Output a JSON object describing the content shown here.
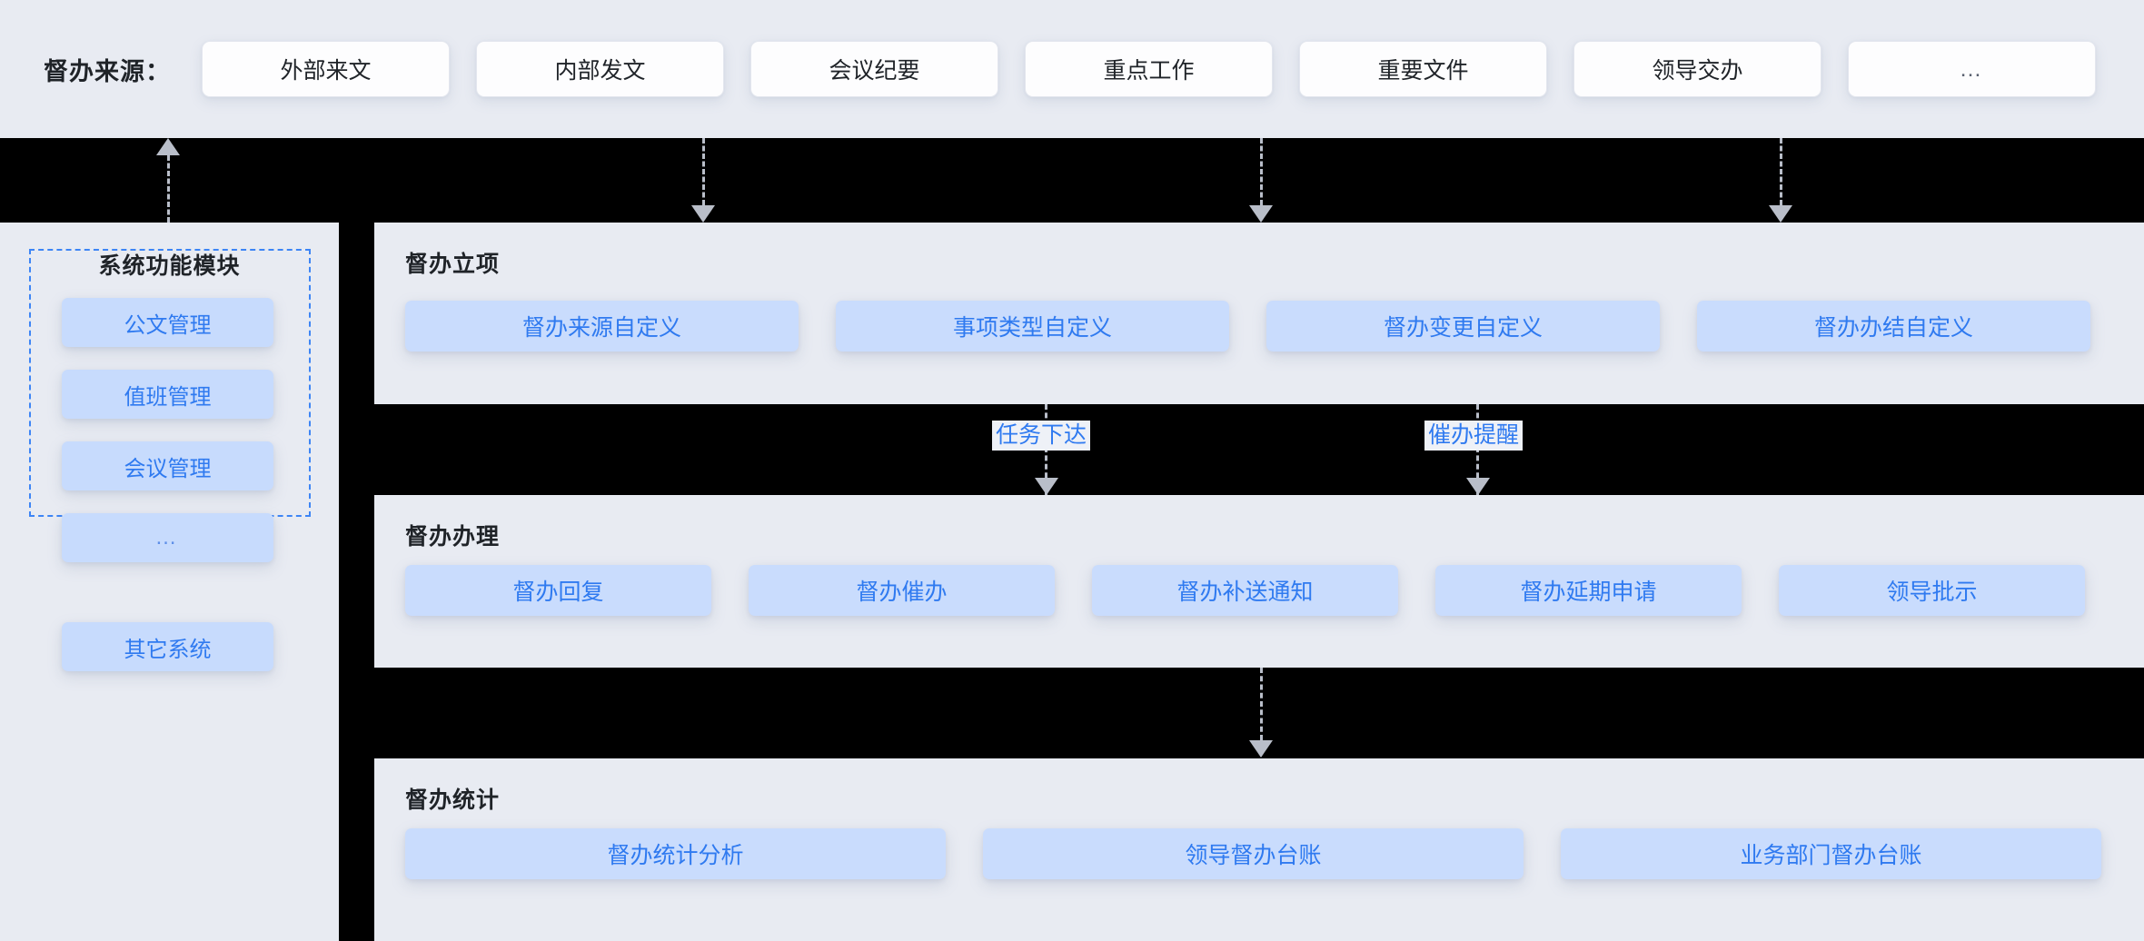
{
  "header": {
    "label": "督办来源：",
    "sources": [
      {
        "label": "外部来文"
      },
      {
        "label": "内部发文"
      },
      {
        "label": "会议纪要"
      },
      {
        "label": "重点工作"
      },
      {
        "label": "重要文件"
      },
      {
        "label": "领导交办"
      },
      {
        "label": "…"
      }
    ]
  },
  "sidebar": {
    "group_title": "系统功能模块",
    "modules": [
      {
        "label": "公文管理"
      },
      {
        "label": "值班管理"
      },
      {
        "label": "会议管理"
      },
      {
        "label": "…"
      }
    ],
    "other_system": {
      "label": "其它系统"
    }
  },
  "panels": [
    {
      "title": "督办立项",
      "items": [
        {
          "label": "督办来源自定义"
        },
        {
          "label": "事项类型自定义"
        },
        {
          "label": "督办变更自定义"
        },
        {
          "label": "督办办结自定义"
        }
      ]
    },
    {
      "title": "督办办理",
      "items": [
        {
          "label": "督办回复"
        },
        {
          "label": "督办催办"
        },
        {
          "label": "督办补送通知"
        },
        {
          "label": "督办延期申请"
        },
        {
          "label": "领导批示"
        }
      ]
    },
    {
      "title": "督办统计",
      "items": [
        {
          "label": "督办统计分析"
        },
        {
          "label": "领导督办台账"
        },
        {
          "label": "业务部门督办台账"
        }
      ]
    }
  ],
  "connector_labels": [
    {
      "label": "任务下达"
    },
    {
      "label": "催办提醒"
    }
  ],
  "colors": {
    "surface": "#e8ebf2",
    "canvas": "#000000",
    "accent_blue": "#2f7af0",
    "chip_fill": "#fdfdfe",
    "button_fill": "#c9dcfd",
    "dashed_border": "#3d85f5",
    "connector": "#b9bec9",
    "text_dark": "#1f2328"
  }
}
